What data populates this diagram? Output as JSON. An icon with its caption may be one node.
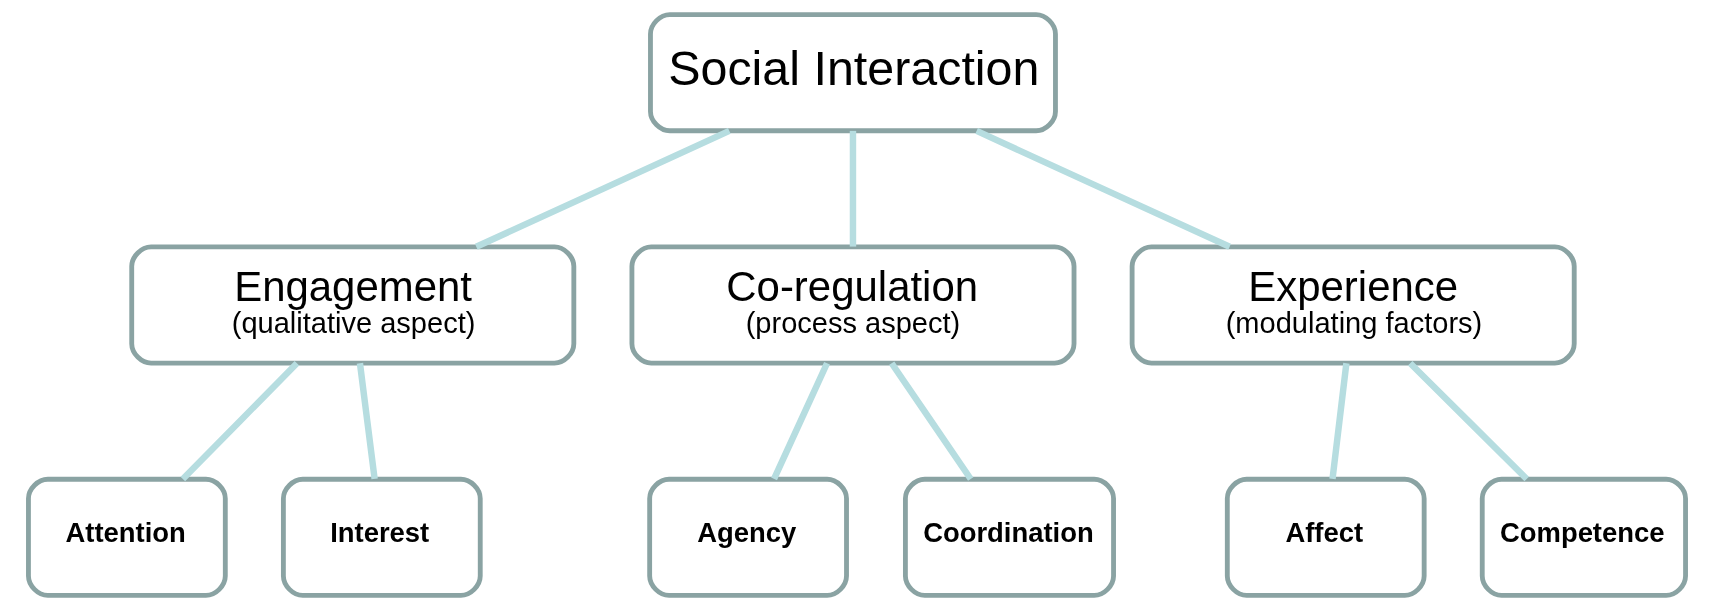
{
  "diagram": {
    "nodes": [
      {
        "text": [
          "Social Interaction"
        ]
      },
      {
        "text": [
          "Engagement",
          "(qualitative aspect)"
        ]
      },
      {
        "text": [
          "Co-regulation",
          "(process aspect)"
        ]
      },
      {
        "text": [
          "Experience",
          "(modulating factors)"
        ]
      },
      {
        "text": [
          "Attention"
        ]
      },
      {
        "text": [
          "Interest"
        ]
      },
      {
        "text": [
          "Agency"
        ]
      },
      {
        "text": [
          "Coordination"
        ]
      },
      {
        "text": [
          "Affect"
        ]
      },
      {
        "text": [
          "Competence"
        ]
      }
    ],
    "edges": [
      {
        "from": 0,
        "to": 1,
        "arrow": "none"
      },
      {
        "from": 0,
        "to": 2,
        "arrow": "none"
      },
      {
        "from": 0,
        "to": 3,
        "arrow": "none"
      },
      {
        "from": 1,
        "to": 4,
        "arrow": "none"
      },
      {
        "from": 1,
        "to": 5,
        "arrow": "none"
      },
      {
        "from": 2,
        "to": 6,
        "arrow": "none"
      },
      {
        "from": 2,
        "to": 7,
        "arrow": "none"
      },
      {
        "from": 3,
        "to": 8,
        "arrow": "none"
      },
      {
        "from": 3,
        "to": 9,
        "arrow": "none"
      }
    ]
  }
}
